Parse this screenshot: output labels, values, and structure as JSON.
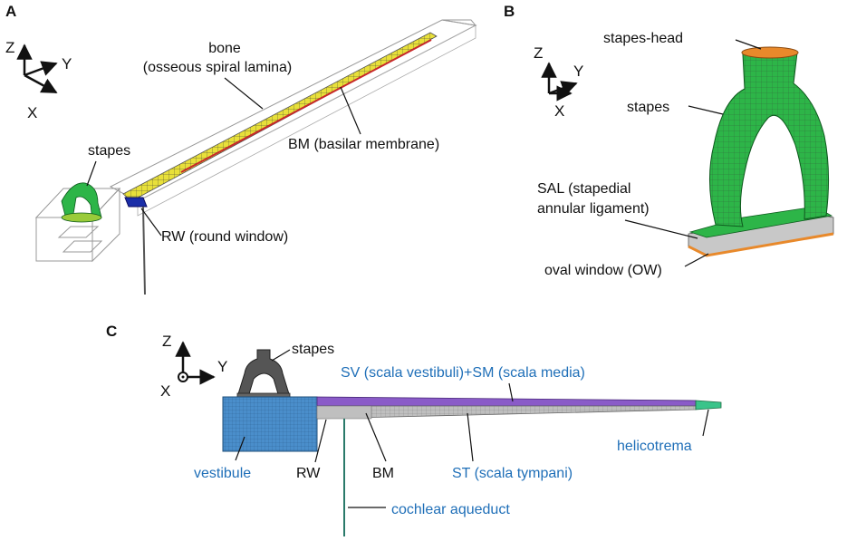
{
  "panels": {
    "a": "A",
    "b": "B",
    "c": "C"
  },
  "panel_a": {
    "axes": {
      "z": "Z",
      "y": "Y",
      "x": "X"
    },
    "bone_line1": "bone",
    "bone_line2": "(osseous spiral lamina)",
    "bm": "BM (basilar membrane)",
    "stapes": "stapes",
    "rw": "RW (round window)"
  },
  "panel_b": {
    "axes": {
      "z": "Z",
      "y": "Y",
      "x": "X"
    },
    "stapes_head": "stapes-head",
    "stapes": "stapes",
    "sal_line1": "SAL (stapedial",
    "sal_line2": "annular ligament)",
    "ow": "oval window (OW)"
  },
  "panel_c": {
    "axes": {
      "z": "Z",
      "y": "Y",
      "x": "X"
    },
    "stapes": "stapes",
    "sv_sm": "SV (scala vestibuli)+SM (scala media)",
    "helicotrema": "helicotrema",
    "vestibule": "vestibule",
    "rw": "RW",
    "bm": "BM",
    "st": "ST (scala tympani)",
    "aqueduct": "cochlear aqueduct"
  },
  "colors": {
    "bone_yellow": "#e8e03a",
    "bm_red": "#c8282a",
    "stapes_green": "#2db548",
    "rw_blue": "#1a2ea8",
    "sal_gray": "#c8c8c8",
    "ow_orange": "#e8892b",
    "vestibule_blue": "#4a8ecb",
    "sv_purple": "#8a5bc8",
    "st_gray": "#bfbfbf",
    "helicotrema_green": "#3ac48a",
    "label_blue": "#1f6fb8"
  }
}
